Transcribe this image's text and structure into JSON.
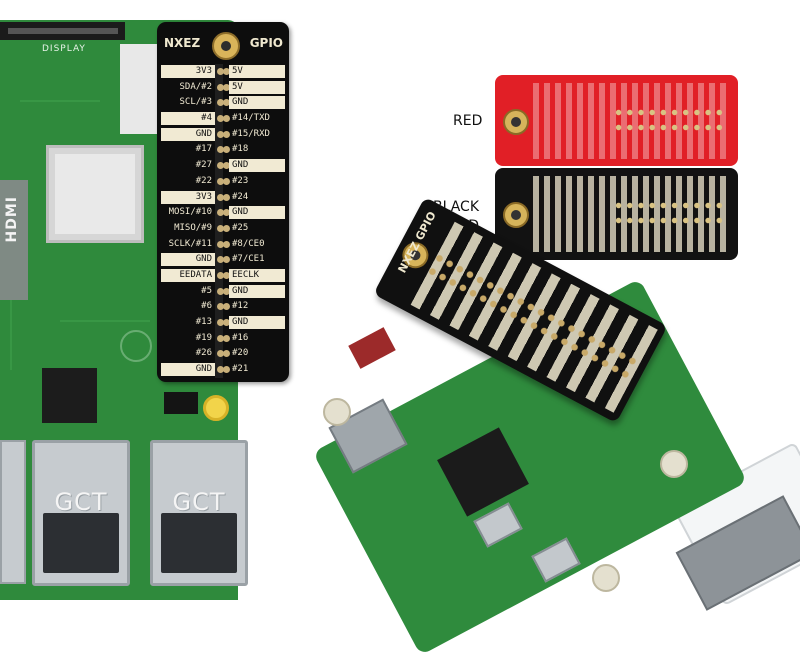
{
  "left_board": {
    "display_label": "DISPLAY",
    "hdmi_label": "HDMI",
    "usb_brand": "GCT"
  },
  "pinout_card": {
    "brand": "NXEZ",
    "title": "GPIO",
    "rows": [
      {
        "left": "3V3",
        "right": "5V",
        "left_style": "light",
        "right_style": "light"
      },
      {
        "left": "SDA/#2",
        "right": "5V",
        "left_style": "dark",
        "right_style": "light"
      },
      {
        "left": "SCL/#3",
        "right": "GND",
        "left_style": "dark",
        "right_style": "light"
      },
      {
        "left": "#4",
        "right": "#14/TXD",
        "left_style": "light",
        "right_style": "dark"
      },
      {
        "left": "GND",
        "right": "#15/RXD",
        "left_style": "light",
        "right_style": "dark"
      },
      {
        "left": "#17",
        "right": "#18",
        "left_style": "dark",
        "right_style": "dark"
      },
      {
        "left": "#27",
        "right": "GND",
        "left_style": "dark",
        "right_style": "light"
      },
      {
        "left": "#22",
        "right": "#23",
        "left_style": "dark",
        "right_style": "dark"
      },
      {
        "left": "3V3",
        "right": "#24",
        "left_style": "light",
        "right_style": "dark"
      },
      {
        "left": "MOSI/#10",
        "right": "GND",
        "left_style": "dark",
        "right_style": "light"
      },
      {
        "left": "MISO/#9",
        "right": "#25",
        "left_style": "dark",
        "right_style": "dark"
      },
      {
        "left": "SCLK/#11",
        "right": "#8/CE0",
        "left_style": "dark",
        "right_style": "dark"
      },
      {
        "left": "GND",
        "right": "#7/CE1",
        "left_style": "light",
        "right_style": "dark"
      },
      {
        "left": "EEDATA",
        "right": "EECLK",
        "left_style": "light",
        "right_style": "light"
      },
      {
        "left": "#5",
        "right": "GND",
        "left_style": "dark",
        "right_style": "light"
      },
      {
        "left": "#6",
        "right": "#12",
        "left_style": "dark",
        "right_style": "dark"
      },
      {
        "left": "#13",
        "right": "GND",
        "left_style": "dark",
        "right_style": "light"
      },
      {
        "left": "#19",
        "right": "#16",
        "left_style": "dark",
        "right_style": "dark"
      },
      {
        "left": "#26",
        "right": "#20",
        "left_style": "dark",
        "right_style": "dark"
      },
      {
        "left": "GND",
        "right": "#21",
        "left_style": "light",
        "right_style": "dark"
      }
    ]
  },
  "variants": {
    "red_label": "RED",
    "black_label_line1": "BLACK",
    "black_label_line2": "GOLD",
    "brand": "NXEZ GPIO"
  },
  "colors": {
    "pcb_green": "#2f8a3c",
    "card_black": "#0d0d0d",
    "silk_cream": "#f1ead3",
    "red_variant": "#e11f26",
    "gold_hole": "#d9b45a"
  }
}
